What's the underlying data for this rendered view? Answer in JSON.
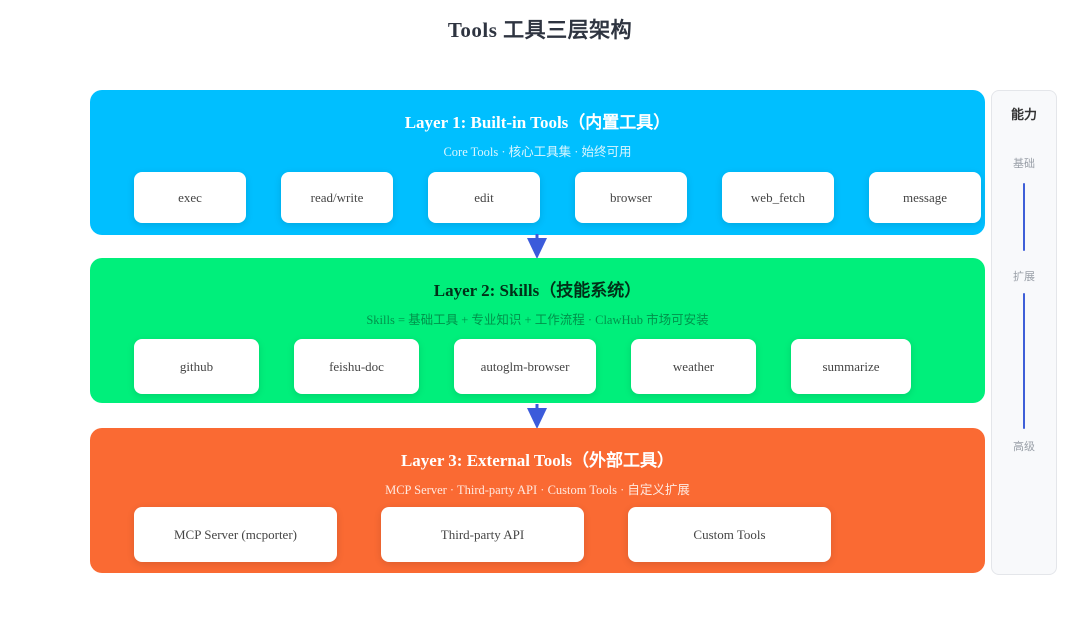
{
  "page_title": "Tools 工具三层架构",
  "layers": [
    {
      "title": "Layer 1: Built-in Tools（内置工具）",
      "subtitle": "Core Tools · 核心工具集 · 始终可用",
      "color": "#00bfff",
      "items": [
        "exec",
        "read/write",
        "edit",
        "browser",
        "web_fetch",
        "message"
      ]
    },
    {
      "title": "Layer 2: Skills（技能系统）",
      "subtitle": "Skills = 基础工具 + 专业知识 + 工作流程 · ClawHub 市场可安装",
      "color": "#00ef7b",
      "items": [
        "github",
        "feishu-doc",
        "autoglm-browser",
        "weather",
        "summarize"
      ]
    },
    {
      "title": "Layer 3: External Tools（外部工具）",
      "subtitle": "MCP Server · Third-party API · Custom Tools · 自定义扩展",
      "color": "#fa6a33",
      "items": [
        "MCP Server (mcporter)",
        "Third-party API",
        "Custom Tools"
      ]
    }
  ],
  "capability_panel": {
    "title": "能力",
    "levels": [
      "基础",
      "扩展",
      "高级"
    ],
    "line_color": "#3f5fd8"
  },
  "arrow_color": "#3b5bdb"
}
